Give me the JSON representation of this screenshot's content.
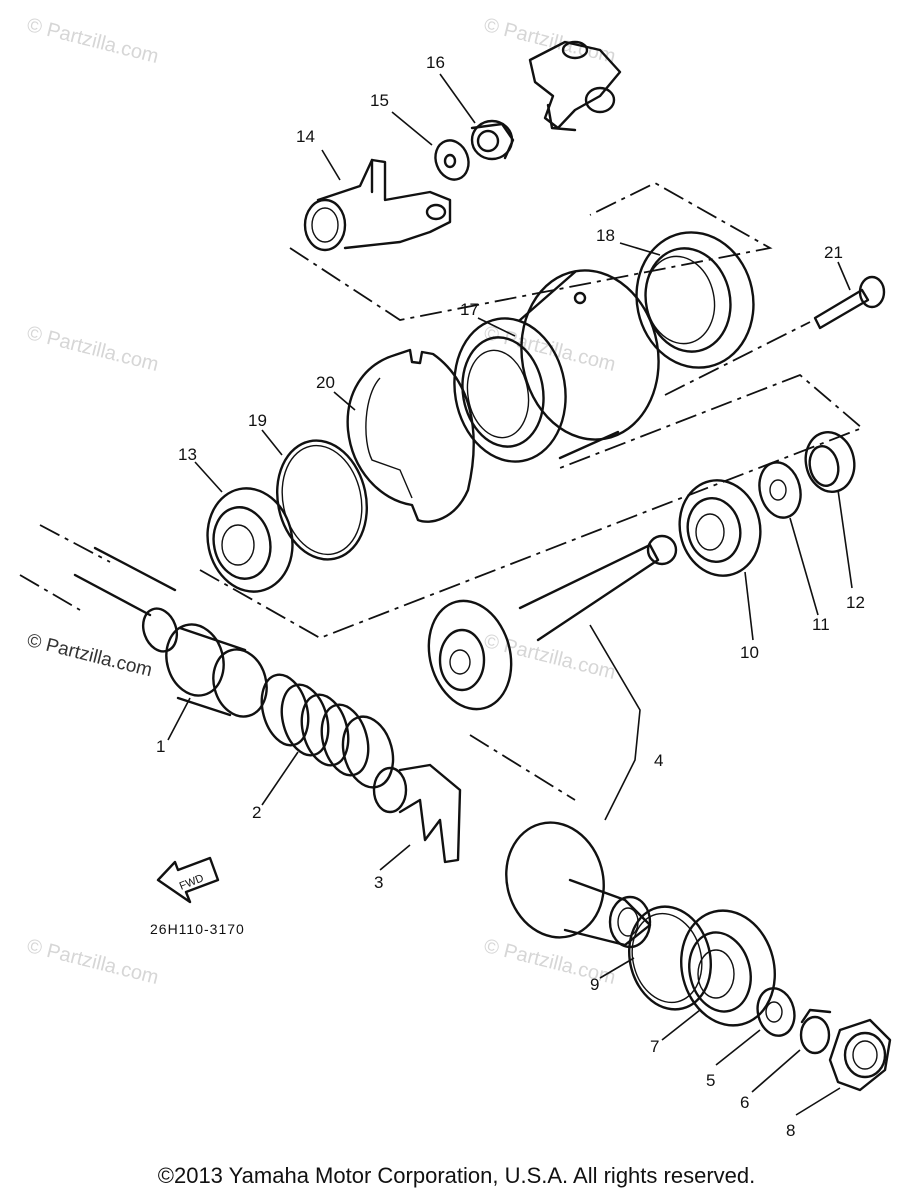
{
  "watermark": "© Partzilla.com",
  "diagram_code": "26H110-3170",
  "fwd_label": "FWD",
  "copyright": "©2013 Yamaha Motor Corporation, U.S.A. All rights reserved.",
  "parts": [
    {
      "num": "1"
    },
    {
      "num": "2"
    },
    {
      "num": "3"
    },
    {
      "num": "4"
    },
    {
      "num": "5"
    },
    {
      "num": "6"
    },
    {
      "num": "7"
    },
    {
      "num": "8"
    },
    {
      "num": "9"
    },
    {
      "num": "10"
    },
    {
      "num": "11"
    },
    {
      "num": "12"
    },
    {
      "num": "13"
    },
    {
      "num": "14"
    },
    {
      "num": "15"
    },
    {
      "num": "16"
    },
    {
      "num": "17"
    },
    {
      "num": "18"
    },
    {
      "num": "19"
    },
    {
      "num": "20"
    },
    {
      "num": "21"
    }
  ]
}
